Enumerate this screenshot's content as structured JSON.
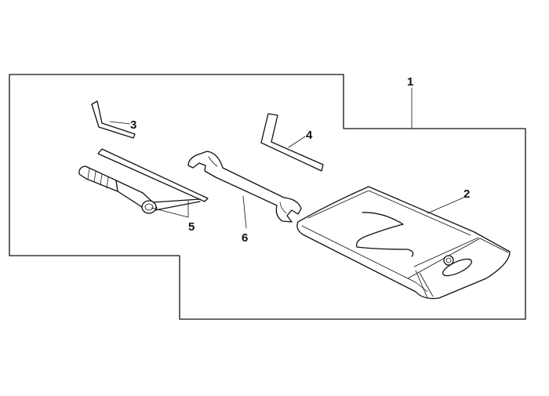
{
  "callouts": [
    {
      "id": "1",
      "label": "1",
      "part": "tool-kit-assembly"
    },
    {
      "id": "2",
      "label": "2",
      "part": "tool-bag"
    },
    {
      "id": "3",
      "label": "3",
      "part": "small-hex-key"
    },
    {
      "id": "4",
      "label": "4",
      "part": "large-hex-key"
    },
    {
      "id": "5",
      "label": "5",
      "part": "screwdriver-set"
    },
    {
      "id": "6",
      "label": "6",
      "part": "open-end-wrench"
    }
  ]
}
